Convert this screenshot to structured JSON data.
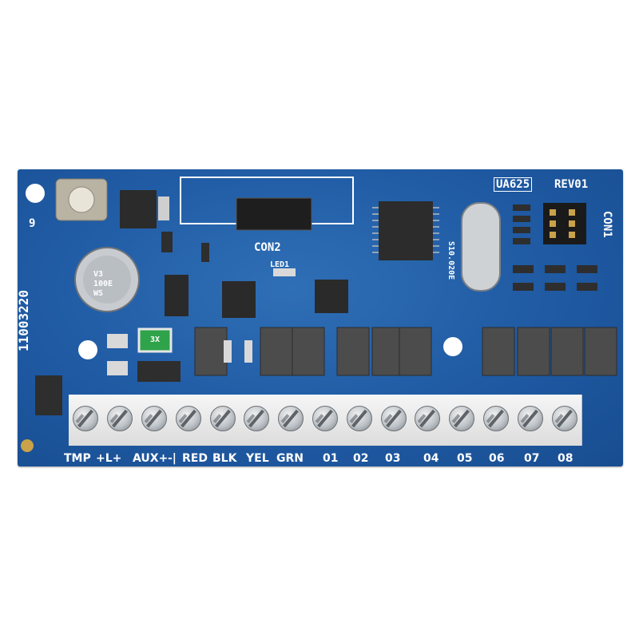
{
  "board": {
    "model_label": "UA625",
    "revision_label": "REV01",
    "part_number_label": "11003220",
    "side_marker": "9",
    "connector_labels": {
      "con1": "CON1",
      "con2": "CON2"
    },
    "led_label": "LED1",
    "capacitor_text": [
      "V3",
      "100E",
      "WS"
    ],
    "fuse_text": "3X",
    "crystal_text": "S10.020E",
    "colors": {
      "pcb": "#1f5aa3",
      "terminal": "#eeeeee",
      "silkscreen": "#ffffff"
    }
  },
  "terminals": [
    "TMP",
    "+L+",
    "AUX+",
    "-|",
    "RED",
    "BLK",
    "YEL",
    "GRN",
    "01",
    "02",
    "03",
    "04",
    "05",
    "06",
    "07",
    "08"
  ]
}
